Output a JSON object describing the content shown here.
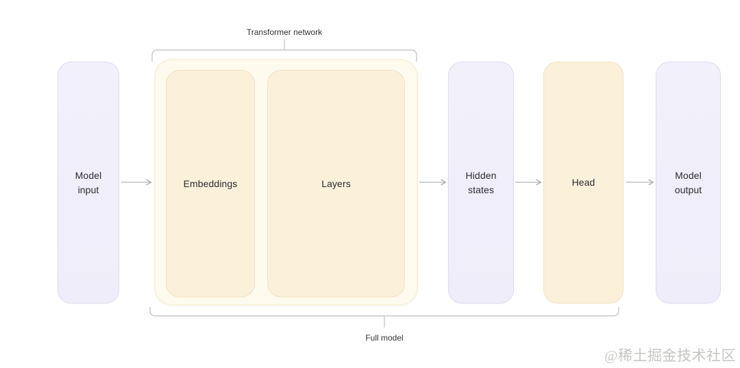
{
  "diagram": {
    "title_hint": "Transformer model pipeline diagram",
    "nodes": {
      "model_input": {
        "label": "Model\ninput"
      },
      "embeddings": {
        "label": "Embeddings"
      },
      "layers": {
        "label": "Layers"
      },
      "hidden_states": {
        "label": "Hidden\nstates"
      },
      "head": {
        "label": "Head"
      },
      "model_output": {
        "label": "Model\noutput"
      }
    },
    "groups": {
      "transformer_network": {
        "label": "Transformer network"
      },
      "full_model": {
        "label": "Full model"
      }
    },
    "flow": [
      "Model input",
      "Transformer network (Embeddings, Layers)",
      "Hidden states",
      "Head",
      "Model output"
    ],
    "colors": {
      "lavender_box_fill": "#F1EFFA",
      "lavender_box_border": "#DEDCEF",
      "cream_box_fill": "#FBF0DA",
      "cream_box_border": "#F2E2C4",
      "group_fill": "#FEFBEE",
      "group_border": "#F8F2DC",
      "connector_gray": "#C6C6C6",
      "arrow_gray": "#B3B3B3",
      "text_dark": "#2B2B30",
      "watermark_gray": "#C6C5C3",
      "background": "#FFFFFF"
    }
  },
  "watermark": {
    "text": "@稀土掘金技术社区"
  }
}
